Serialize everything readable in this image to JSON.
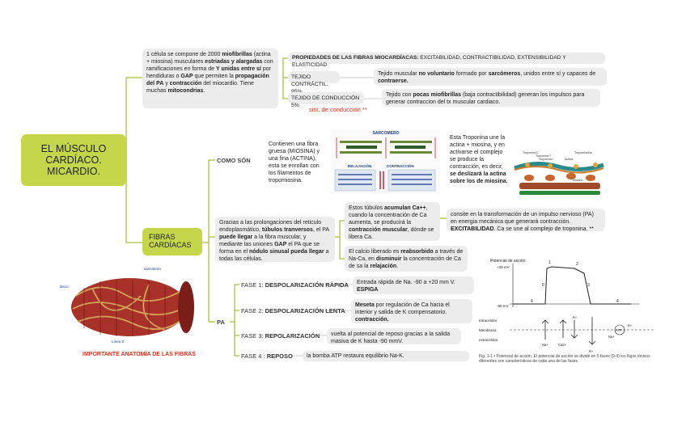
{
  "title": "EL MÚSCULO CARDÍACO. MICARDIO.",
  "intro": {
    "t1": "1 célula se compone de 2000 ",
    "b1": "miofibrillas",
    "t2": " (actina + miosina) musculares ",
    "b2": "estriadas y alargadas",
    "t3": " con ramificaciones en forma de ",
    "b3": "Y unidas entre sí",
    "t4": " por hendiduras o ",
    "b4": "GAP",
    "t5": " que permiten la ",
    "b5": "propagación del PA",
    "t6": " y ",
    "b6": "contracción",
    "t7": " del miocardio. Tiene muchas ",
    "b7": "mitocondrias",
    "t8": "."
  },
  "props": {
    "label": "PROPIEDADES DE LAS FIBRAS MIOCARDÍACAS:",
    "list": " EXCITABILIDAD, CONTRACTIBILIDAD, EXTENSIBILIDAD Y ELASTICIDAD"
  },
  "tejido_contractil": {
    "label": "TEJIDO CONTRÁCTIL. 95%",
    "t1": "Tejido muscular ",
    "b1": "no voluntario",
    "t2": " formado por ",
    "b2": "sarcómeros",
    "t3": ", unidos entre sí y capaces de ",
    "b3": "contraerse."
  },
  "tejido_conduccion": {
    "label": "TEJIDO DE CONDUCCIÓN 5%",
    "t1": "Tejido con ",
    "b1": "pocas miofibrillas",
    "t2": " (baja contractibilidad) generan los impulsos para generar contraccion del tx muscular cardiaco.",
    "note": "sist. de conducción **"
  },
  "fibras_label": "FIBRAS CARDÍACAS",
  "como_son": {
    "label": "COMO SÓN",
    "text": "Contienen una fibra gruesa (MIOSINA) y una fina (ACTINA), esta se enrollan con los filamentos de tropomiosina.",
    "sarcomero_fig": {
      "title": "SARCOMERO",
      "relajacion": "RELAJACIÓN",
      "contraccion": "CONTRACCIÓN"
    },
    "troponina": {
      "t1": "Esta Troponina une la actina + miosina, y en activarse el complejo se produce la contracción, es decir, ",
      "b1": "se deslizará la actina sobre los de miosina."
    },
    "troponina_fig": {
      "l1": "Troponina C",
      "l2": "Troponina T",
      "l3": "Troponina I",
      "l4": "Actina",
      "l5": "Tropomiosina",
      "l6": "Miosina"
    }
  },
  "gracias": {
    "t1": "Gracias a las prolongaciones del reticulo endoplasmático, ",
    "b1": "túbulos tranversos",
    "t2": ", el PA ",
    "b2": "puede llegar",
    "t3": " a la fibra muscular, y mediante las uniones ",
    "b3": "GAP",
    "t4": " el PA que se forma en el ",
    "b4": "nódulo sinusal pueda llegar",
    "t5": " a todas las células."
  },
  "tubulos": {
    "t1": "Estos túbulos ",
    "b1": "acumulan Ca++",
    "t2": ", cuando la concentración de Ca aumenta, se producirá la ",
    "b2": "contracción muscular",
    "t3": ", dónde se libera Ca."
  },
  "transformacion": {
    "t1": "consite en la transformación de un impulso nervioso (PA) en energia mecánica que generará contracción. ",
    "b1": "EXCITABILIDAD",
    "t2": ". Ca se une al complejo de troponina. **"
  },
  "calcio": {
    "t1": "El calcio liberado es ",
    "b1": "reabsorbido",
    "t2": " a través de Na-Ca, en ",
    "b2": "disminuir",
    "t3": " la concentración de Ca de sa la ",
    "b3": "relajación",
    "t4": "."
  },
  "pa_label": "PA",
  "fases": [
    {
      "label": "FASE 1: ",
      "name": "DESPOLARIZACIÓN RÁPIDA",
      "t1": "Entrada rápida de Na. -90 a +20 mm V. ",
      "b1": "ESPIGA"
    },
    {
      "label": "FASE 2: ",
      "name": "DESPOLARIZACIÓN LENTA",
      "b0": "Meseta",
      "t1": " por regulación de Ca hacia el interior y salida de K compensatorio. ",
      "b1": "contracción."
    },
    {
      "label": "FASE 3: ",
      "name": "REPOLARIZACIÓN",
      "t1": "vuelta al potencial de reposo gracias a la salida masiva de K hasta -90 mmV."
    },
    {
      "label": "FASE 4 : ",
      "name": "REPOSO",
      "t1": "la bomba ATP restaura equilibrio Na-K."
    }
  ],
  "anatomy_caption": "IMPORTANTE ANATOMÍA DE LAS FIBRAS",
  "anatomy_fig": {
    "l1": "sarcolema",
    "l2": "disco",
    "l3": "Línea Z"
  },
  "ap_fig": {
    "title": "Potencial de acción",
    "y_top": "+20 mV",
    "y_bottom": "-90 mV",
    "phases": [
      "0",
      "1",
      "2",
      "3",
      "4",
      "4"
    ],
    "intracelular": "Intracelular",
    "membrana": "Membrana",
    "extracelular": "extracelular",
    "ions": {
      "na": "Na+",
      "ca": "Ca2+",
      "k1": "K+",
      "k2": "K+",
      "k3": "K+",
      "na2": "Na+",
      "atp": "ATP"
    },
    "caption": "Fig. 1-1 • Potencial de acción. El potencial de acción se divide en 5 fases (0-4) los flujos iónicos diferentes son característicos de cada una de las fases."
  },
  "colors": {
    "green": "#c6d64a",
    "box": "#ececec",
    "red": "#e0311f",
    "line": "#a9c33f"
  }
}
